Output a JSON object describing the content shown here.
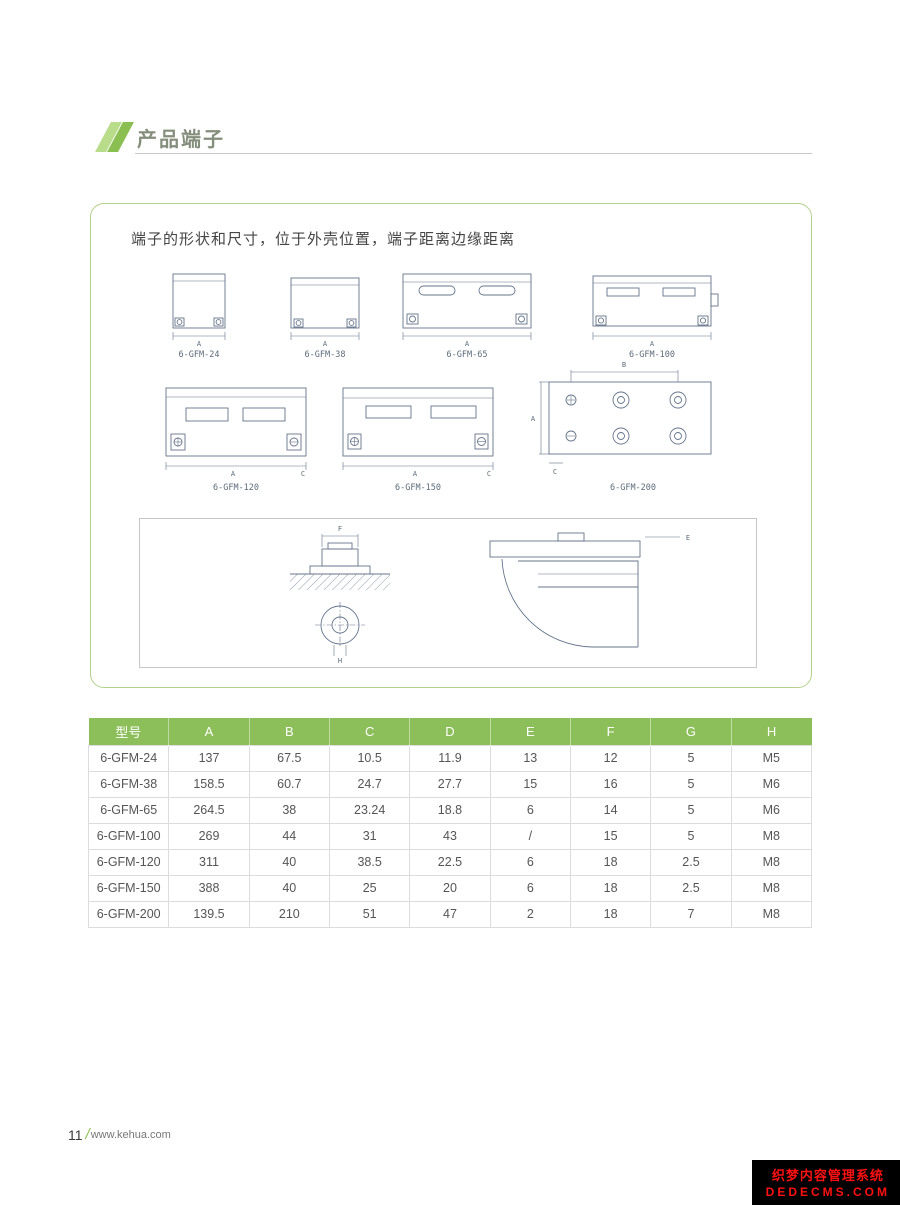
{
  "header": {
    "title": "产品端子"
  },
  "panel": {
    "intro": "端子的形状和尺寸，位于外壳位置，端子距离边缘距离"
  },
  "diagrams": {
    "captions": {
      "d24": "6-GFM-24",
      "d38": "6-GFM-38",
      "d65": "6-GFM-65",
      "d100": "6-GFM-100",
      "d120": "6-GFM-120",
      "d150": "6-GFM-150",
      "d200": "6-GFM-200"
    },
    "dims": {
      "a": "A",
      "b": "B",
      "c": "C",
      "e": "E",
      "f": "F",
      "h": "H"
    }
  },
  "table": {
    "headers": [
      "型号",
      "A",
      "B",
      "C",
      "D",
      "E",
      "F",
      "G",
      "H"
    ],
    "rows": [
      [
        "6-GFM-24",
        "137",
        "67.5",
        "10.5",
        "11.9",
        "13",
        "12",
        "5",
        "M5"
      ],
      [
        "6-GFM-38",
        "158.5",
        "60.7",
        "24.7",
        "27.7",
        "15",
        "16",
        "5",
        "M6"
      ],
      [
        "6-GFM-65",
        "264.5",
        "38",
        "23.24",
        "18.8",
        "6",
        "14",
        "5",
        "M6"
      ],
      [
        "6-GFM-100",
        "269",
        "44",
        "31",
        "43",
        "/",
        "15",
        "5",
        "M8"
      ],
      [
        "6-GFM-120",
        "311",
        "40",
        "38.5",
        "22.5",
        "6",
        "18",
        "2.5",
        "M8"
      ],
      [
        "6-GFM-150",
        "388",
        "40",
        "25",
        "20",
        "6",
        "18",
        "2.5",
        "M8"
      ],
      [
        "6-GFM-200",
        "139.5",
        "210",
        "51",
        "47",
        "2",
        "18",
        "7",
        "M8"
      ]
    ]
  },
  "footer": {
    "page_number": "11",
    "website": "www.kehua.com"
  },
  "icons": {
    "footer_slash": "/"
  },
  "watermark": {
    "line1": "织梦内容管理系统",
    "line2": "DEDECMS.COM"
  },
  "colors": {
    "accent_green": "#8cbf52",
    "light_green": "#b9dc8a",
    "panel_border": "#b3d18c",
    "table_header_bg": "#8cbf5a",
    "drawing_line": "#64748b",
    "watermark_red": "#ff1111",
    "watermark_bg": "#000000"
  }
}
